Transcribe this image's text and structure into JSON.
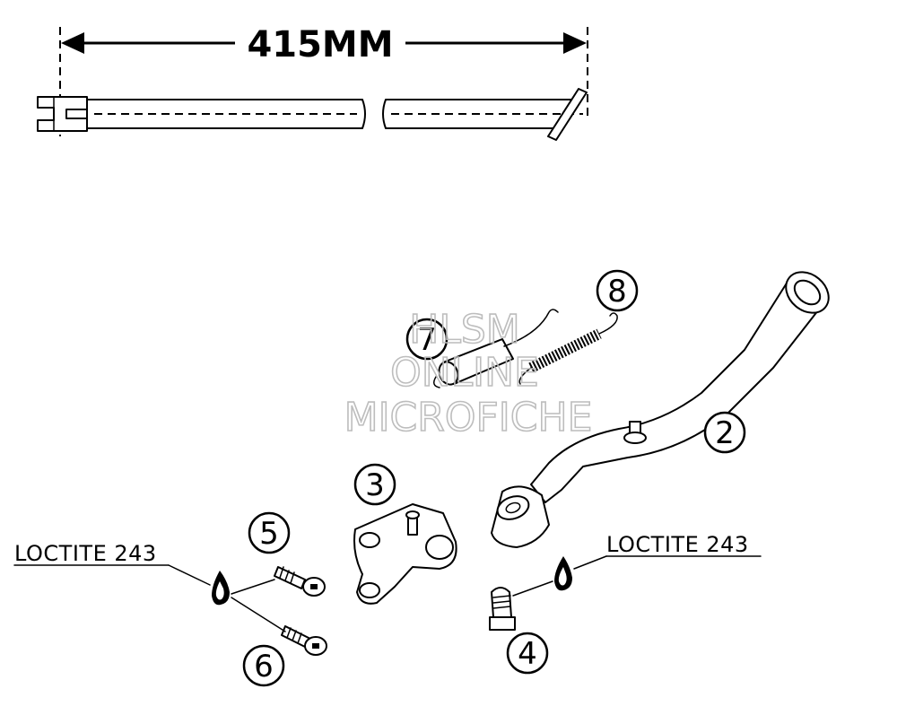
{
  "dimension": {
    "label": "415MM"
  },
  "callouts": [
    {
      "id": "2",
      "label": "2"
    },
    {
      "id": "3",
      "label": "3"
    },
    {
      "id": "4",
      "label": "4"
    },
    {
      "id": "5",
      "label": "5"
    },
    {
      "id": "6",
      "label": "6"
    },
    {
      "id": "7",
      "label": "7"
    },
    {
      "id": "8",
      "label": "8"
    }
  ],
  "notes": {
    "left": "LOCTITE 243",
    "right": "LOCTITE 243"
  },
  "watermark": {
    "line1": "HLSM",
    "line2": "ONLINE",
    "line3": "MICROFICHE"
  }
}
